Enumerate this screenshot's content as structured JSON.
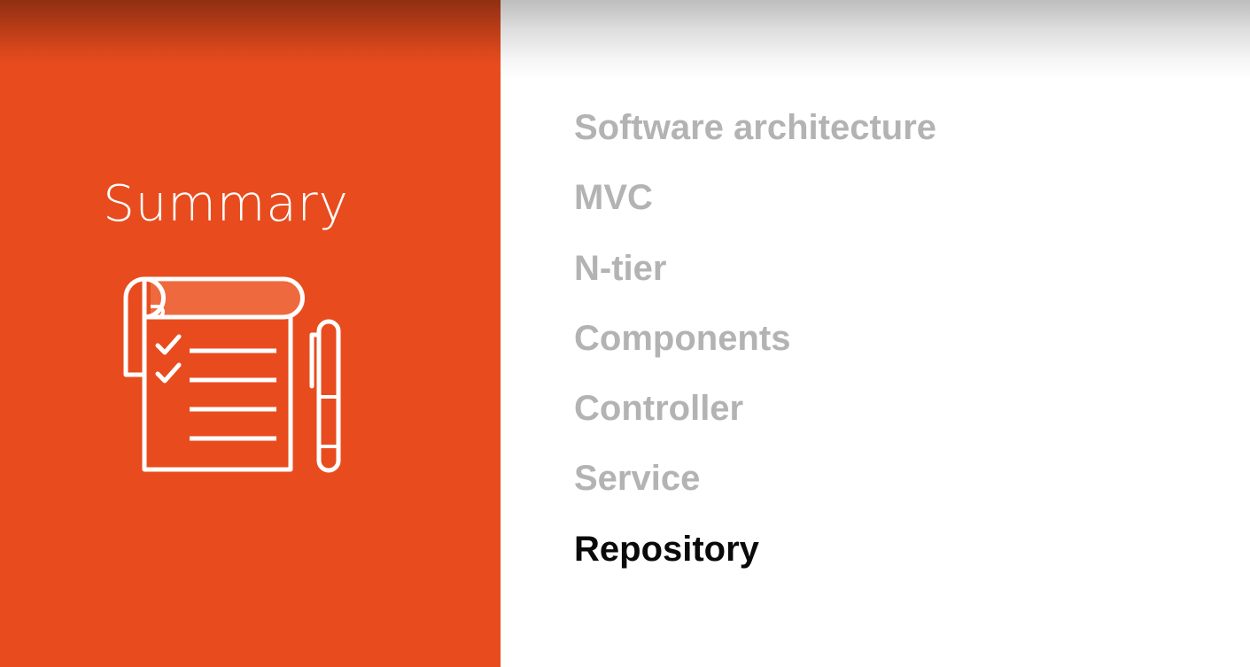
{
  "slide": {
    "title": "Summary",
    "icon": "checklist-with-pen-icon",
    "accent_color": "#e84c1e",
    "topics": [
      {
        "label": "Software architecture",
        "active": false
      },
      {
        "label": "MVC",
        "active": false
      },
      {
        "label": "N-tier",
        "active": false
      },
      {
        "label": "Components",
        "active": false
      },
      {
        "label": "Controller",
        "active": false
      },
      {
        "label": "Service",
        "active": false
      },
      {
        "label": "Repository",
        "active": true
      }
    ],
    "inactive_color": "#b3b3b3",
    "active_color": "#0a0a0a"
  }
}
